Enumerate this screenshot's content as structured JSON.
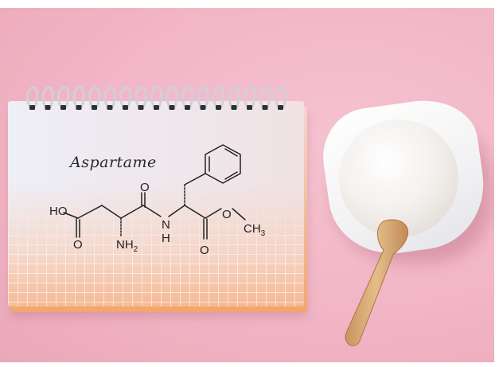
{
  "image": {
    "subject": "aspartame notebook with sugar bowl",
    "colors": {
      "background": "#f2b5c5",
      "page": "#eeeef6",
      "ink": "#222222",
      "spoon": "#d9b07c",
      "bowl": "#f6f6f8"
    }
  },
  "notebook": {
    "title": "Aspartame",
    "molecule_labels": {
      "ho": "HO",
      "o_top": "O",
      "o_left": "O",
      "nh2": "NH",
      "nh2_sub": "2",
      "n": "N",
      "h": "H",
      "o_ester": "O",
      "ch3": "CH",
      "ch3_sub": "3",
      "o_bottom": "O"
    }
  }
}
